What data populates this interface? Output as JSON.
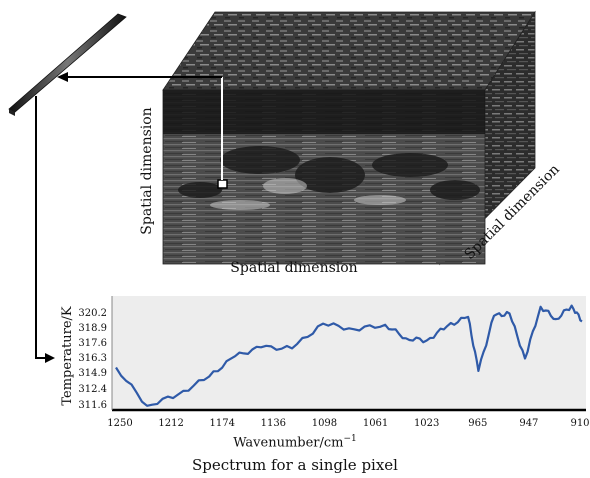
{
  "cube": {
    "label_front_vertical": "Spatial dimension",
    "label_front_bottom": "Spatial dimension",
    "label_side": "Spatial dimension"
  },
  "chart_data": {
    "type": "line",
    "title": "Spectrum for a single pixel",
    "xlabel_base": "Wavenumber/cm",
    "xlabel_exp": "−1",
    "ylabel": "Temperature/K",
    "x_ticks": [
      "1250",
      "1212",
      "1174",
      "1136",
      "1098",
      "1061",
      "1023",
      "965",
      "947",
      "910"
    ],
    "y_ticks": [
      "320.2",
      "318.9",
      "317.6",
      "316.3",
      "314.9",
      "312.4",
      "311.6"
    ],
    "ylim": [
      311.0,
      320.6
    ],
    "series": [
      {
        "color": "#2f5aa8",
        "x": [
          0,
          0.6,
          1.2,
          1.8,
          2.3,
          2.8,
          3.4,
          4.0,
          4.6,
          5.2,
          5.6,
          6.0,
          6.4,
          6.8,
          7.0,
          7.3,
          7.6,
          7.9,
          8.2,
          8.5,
          8.8,
          9.0
        ],
        "values": [
          314.6,
          311.2,
          312.2,
          313.8,
          315.6,
          316.4,
          316.3,
          318.5,
          318.0,
          318.4,
          317.2,
          317.0,
          318.3,
          319.1,
          314.3,
          319.2,
          319.4,
          315.4,
          320.0,
          318.9,
          320.1,
          318.7
        ]
      }
    ],
    "grid": false,
    "colors": {
      "plot_bg": "#ededed",
      "line": "#2f5aa8"
    }
  }
}
